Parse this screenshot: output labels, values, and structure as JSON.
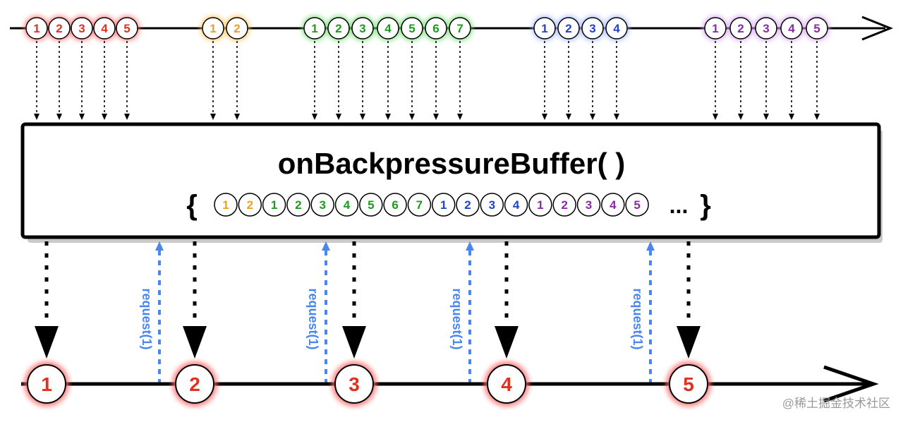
{
  "operator": {
    "name": "onBackpressureBuffer( )",
    "brace_open": "{",
    "brace_close": "}",
    "ellipsis": "..."
  },
  "source_groups": [
    {
      "color": "#e0301e",
      "glow": "#ff6b6b",
      "items": [
        "1",
        "2",
        "3",
        "4",
        "5"
      ]
    },
    {
      "color": "#f0a020",
      "glow": "#ffc04d",
      "items": [
        "1",
        "2"
      ]
    },
    {
      "color": "#1e9a1e",
      "glow": "#6bdc6b",
      "items": [
        "1",
        "2",
        "3",
        "4",
        "5",
        "6",
        "7"
      ]
    },
    {
      "color": "#1f44c8",
      "glow": "#9fb6ff",
      "items": [
        "1",
        "2",
        "3",
        "4"
      ]
    },
    {
      "color": "#8a2aa8",
      "glow": "#d49bf0",
      "items": [
        "1",
        "2",
        "3",
        "4",
        "5"
      ]
    }
  ],
  "buffer_items": [
    {
      "label": "1",
      "color": "#f0a020"
    },
    {
      "label": "2",
      "color": "#f0a020"
    },
    {
      "label": "1",
      "color": "#1e9a1e"
    },
    {
      "label": "2",
      "color": "#1e9a1e"
    },
    {
      "label": "3",
      "color": "#1e9a1e"
    },
    {
      "label": "4",
      "color": "#1e9a1e"
    },
    {
      "label": "5",
      "color": "#1e9a1e"
    },
    {
      "label": "6",
      "color": "#1e9a1e"
    },
    {
      "label": "7",
      "color": "#1e9a1e"
    },
    {
      "label": "1",
      "color": "#1f44c8"
    },
    {
      "label": "2",
      "color": "#1f44c8"
    },
    {
      "label": "3",
      "color": "#1f44c8"
    },
    {
      "label": "4",
      "color": "#1f44c8"
    },
    {
      "label": "1",
      "color": "#8a2aa8"
    },
    {
      "label": "2",
      "color": "#8a2aa8"
    },
    {
      "label": "3",
      "color": "#8a2aa8"
    },
    {
      "label": "4",
      "color": "#8a2aa8"
    },
    {
      "label": "5",
      "color": "#8a2aa8"
    }
  ],
  "output_items": [
    {
      "label": "1",
      "color": "#e0301e"
    },
    {
      "label": "2",
      "color": "#e0301e"
    },
    {
      "label": "3",
      "color": "#e0301e"
    },
    {
      "label": "4",
      "color": "#e0301e"
    },
    {
      "label": "5",
      "color": "#e0301e"
    }
  ],
  "request_label": "request(1)",
  "request_color": "#4a86f0",
  "watermark": "@稀土掘金技术社区"
}
